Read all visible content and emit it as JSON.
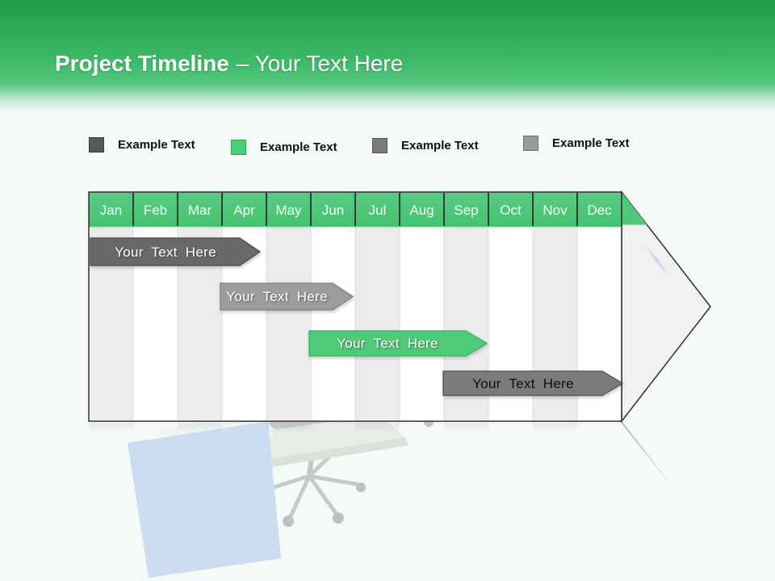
{
  "slide": {
    "background": "#f4faf6"
  },
  "header": {
    "title_bold": "Project Timeline",
    "title_light": "– Your Text Here",
    "band_colors": {
      "top": "#1f9c47",
      "mid": "#3eba68",
      "fade_to": "#f4faf6"
    }
  },
  "legend": {
    "items": [
      {
        "label": "Example Text",
        "color": "#595959"
      },
      {
        "label": "Example Text",
        "color": "#47cf7c"
      },
      {
        "label": "Example Text",
        "color": "#7b7b7b"
      },
      {
        "label": "Example Text",
        "color": "#9b9b9b"
      }
    ]
  },
  "timeline": {
    "months": [
      "Jan",
      "Feb",
      "Mar",
      "Apr",
      "May",
      "Jun",
      "Jul",
      "Aug",
      "Sep",
      "Oct",
      "Nov",
      "Dec"
    ],
    "colors": {
      "month_header": "#4fc87a",
      "month_divider": "#2f3d34",
      "stripe": "#ececec",
      "arrow_body": "#f1f1f1",
      "outline": "#2f2f2f"
    },
    "bars": [
      {
        "label": "Your Text Here",
        "color": "#696969",
        "text_color": "#ffffff",
        "span": "Jan – Apr"
      },
      {
        "label": "Your Text Here",
        "color": "#9d9d9d",
        "text_color": "#ffffff",
        "span": "Mar – Jun"
      },
      {
        "label": "Your Text Here",
        "color": "#4ecb79",
        "text_color": "#ffffff",
        "span": "Jun – Sep"
      },
      {
        "label": "Your Text Here",
        "color": "#7b7b7b",
        "text_color": "#111111",
        "span": "Sep – Dec"
      }
    ]
  }
}
